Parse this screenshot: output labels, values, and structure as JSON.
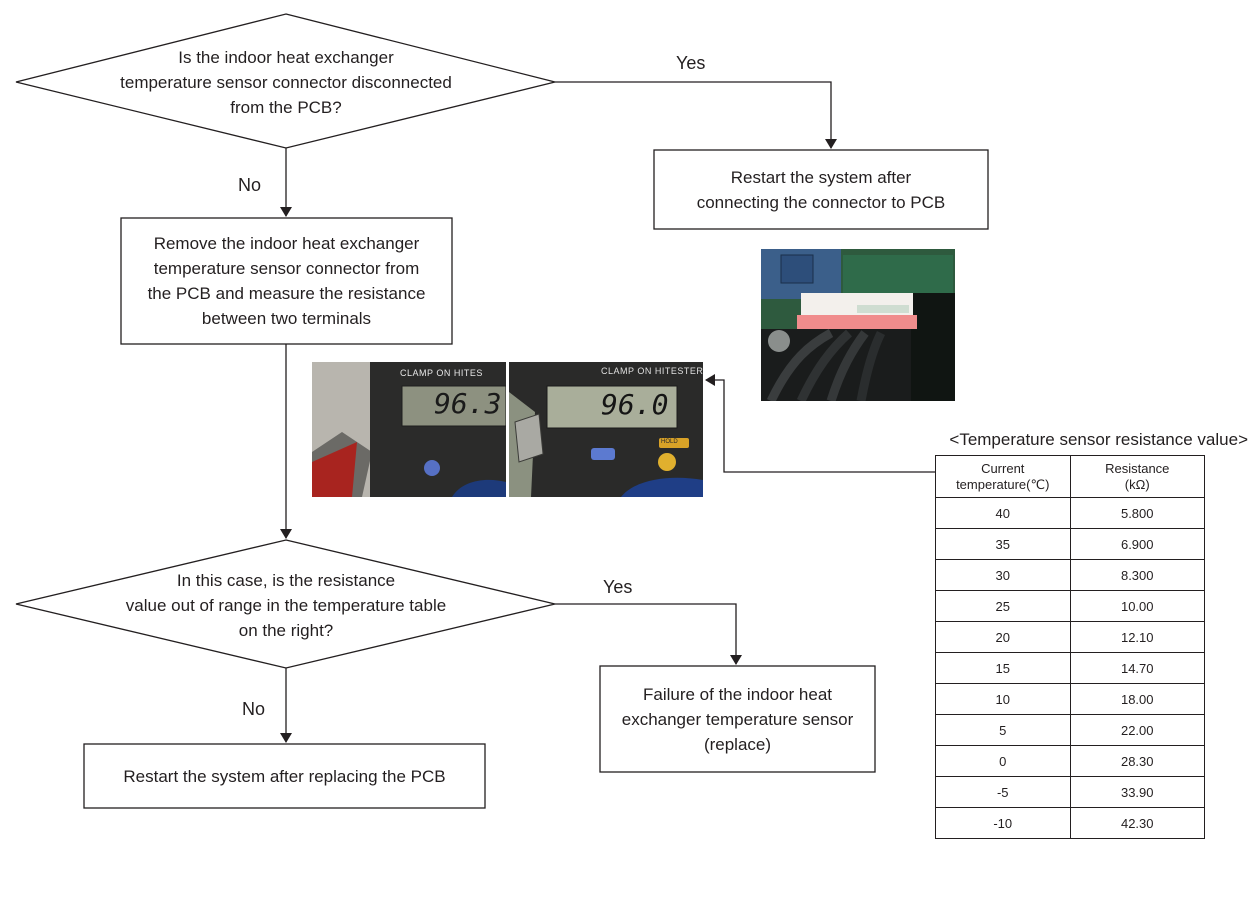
{
  "decision1": {
    "text": "Is the indoor heat exchanger\ntemperature sensor connector disconnected\nfrom the PCB?"
  },
  "decision1_yes_label": "Yes",
  "decision1_no_label": "No",
  "box_reconnect": {
    "text": "Restart the system after\nconnecting the connector to PCB"
  },
  "box_measure": {
    "text": "Remove the indoor heat exchanger\ntemperature sensor connector from\nthe PCB and measure the resistance\nbetween two terminals"
  },
  "decision2": {
    "text": "In this case, is the resistance\nvalue out of range in the temperature table\non the right?"
  },
  "decision2_yes_label": "Yes",
  "decision2_no_label": "No",
  "box_replace_pcb": {
    "text": "Restart the system after replacing the PCB"
  },
  "box_sensor_failure": {
    "text": "Failure of the indoor heat\nexchanger temperature sensor\n(replace)"
  },
  "photos": {
    "meter1": {
      "brand": "CLAMP ON HITES",
      "reading": "96.3"
    },
    "meter2": {
      "brand": "CLAMP ON HITESTER",
      "reading": "96.0",
      "hold": "HOLD"
    }
  },
  "resistance_table": {
    "caption": "<Temperature sensor resistance value>",
    "headers": [
      "Current\ntemperature(℃)",
      "Resistance\n(kΩ)"
    ],
    "rows": [
      [
        "40",
        "5.800"
      ],
      [
        "35",
        "6.900"
      ],
      [
        "30",
        "8.300"
      ],
      [
        "25",
        "10.00"
      ],
      [
        "20",
        "12.10"
      ],
      [
        "15",
        "14.70"
      ],
      [
        "10",
        "18.00"
      ],
      [
        "5",
        "22.00"
      ],
      [
        "0",
        "28.30"
      ],
      [
        "-5",
        "33.90"
      ],
      [
        "-10",
        "42.30"
      ]
    ]
  }
}
